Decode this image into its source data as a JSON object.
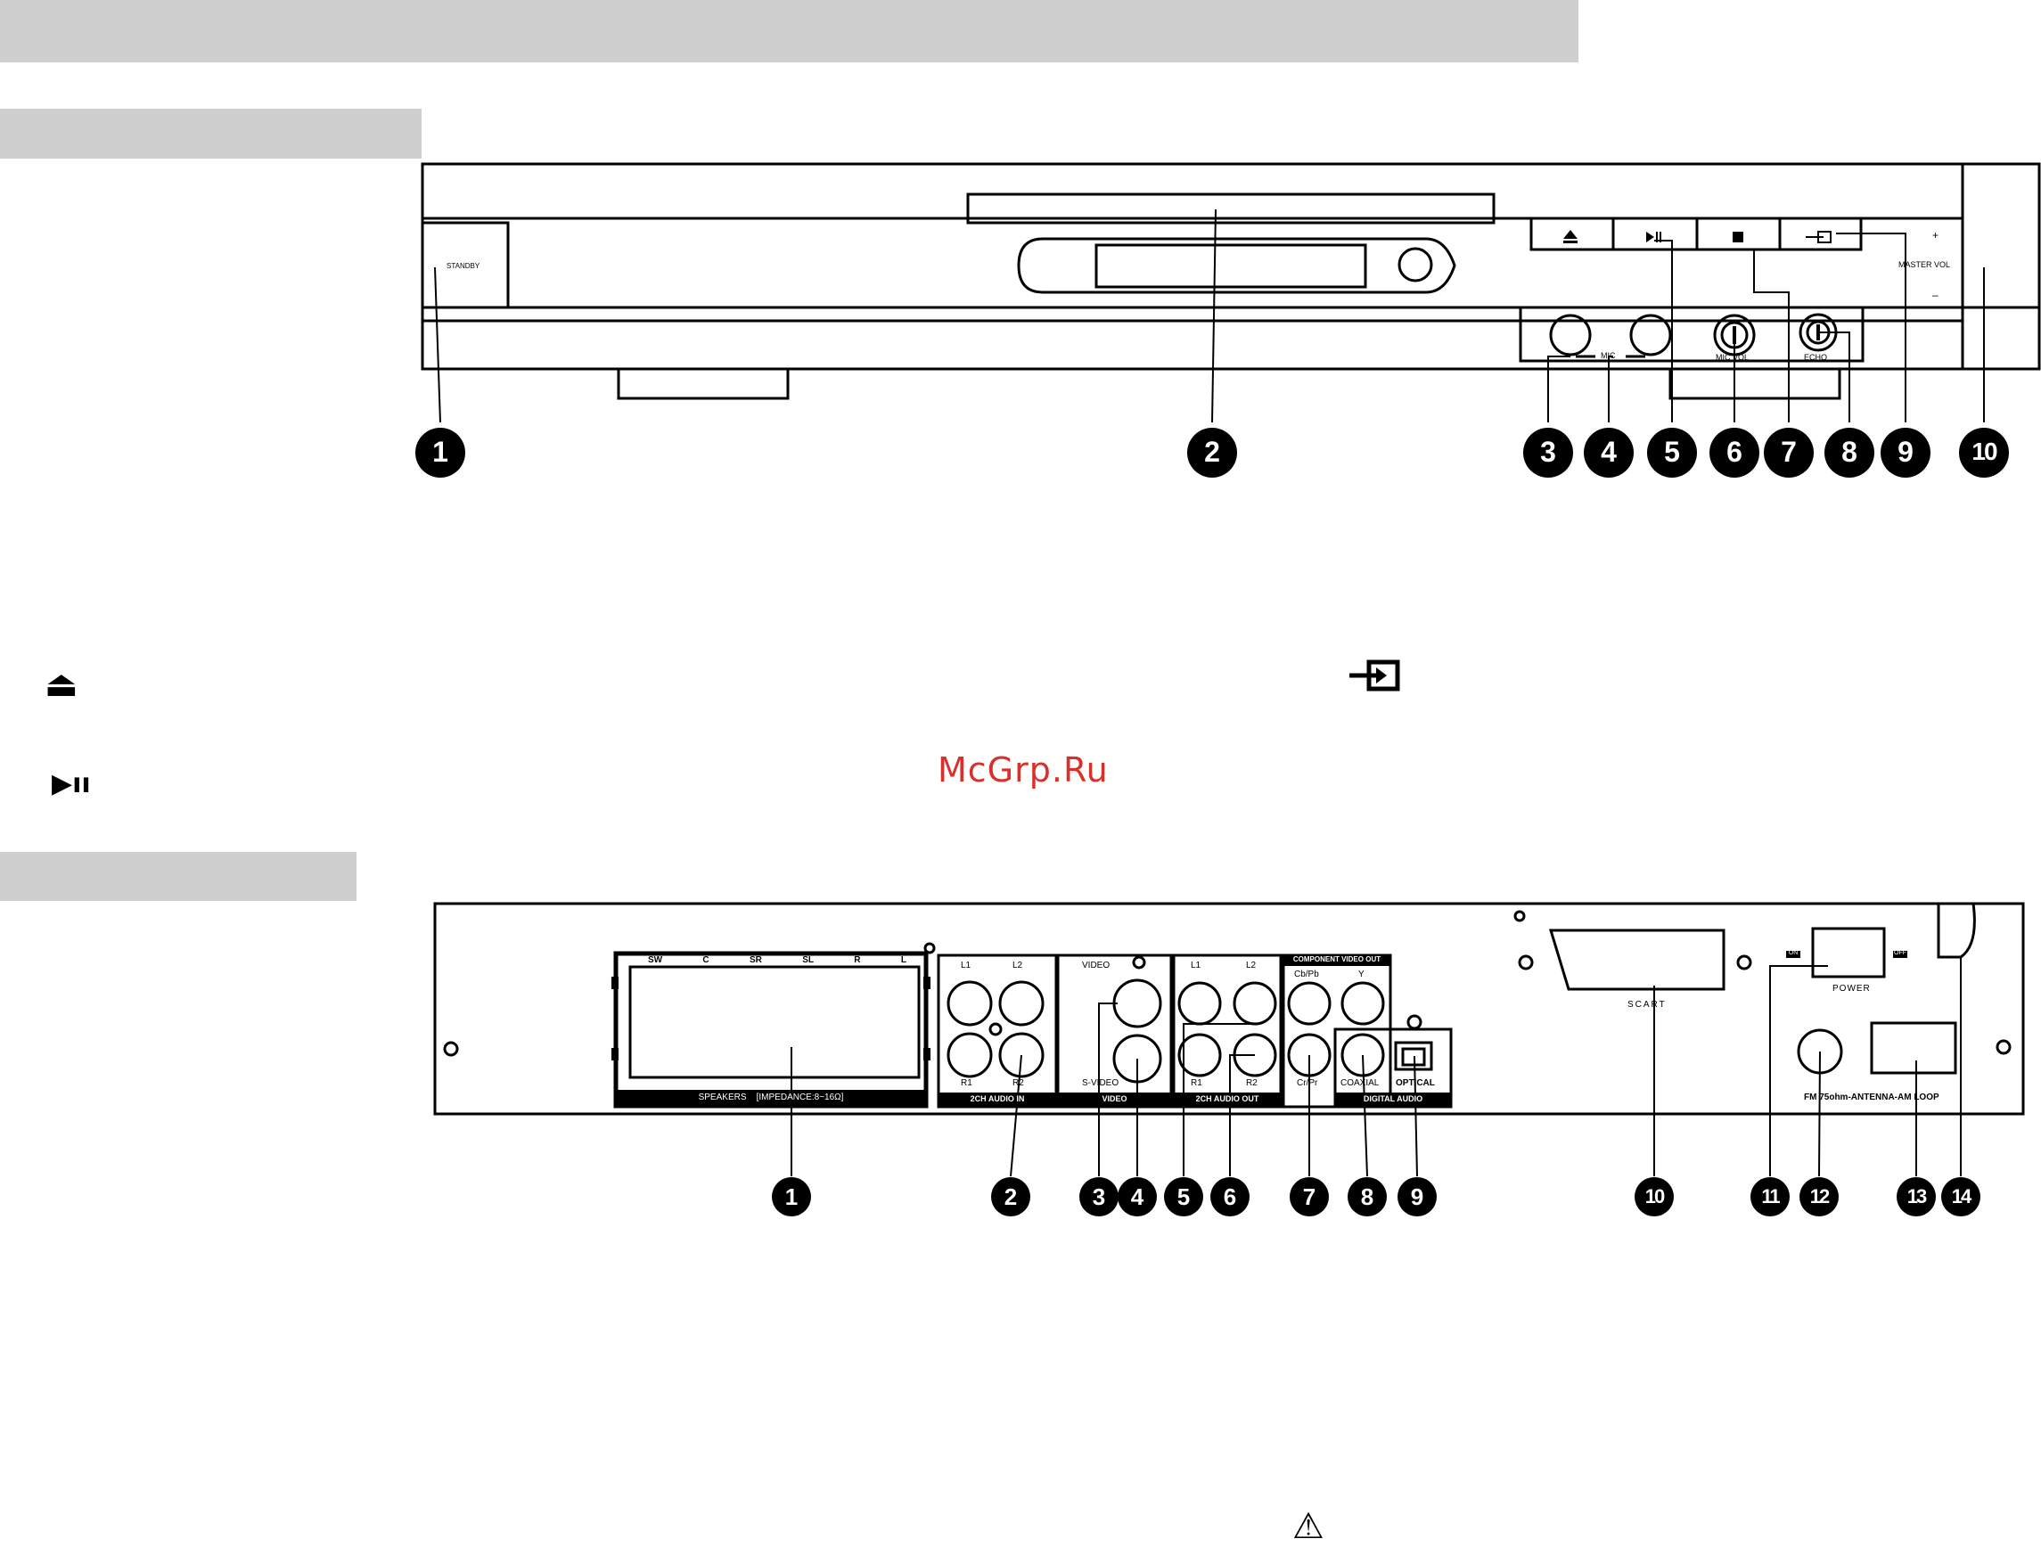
{
  "front_panel": {
    "standby_label": "STANDBY",
    "mic_label": "MIC",
    "mic_vol_label": "MIC VOL",
    "echo_label": "ECHO",
    "master_vol_label": "MASTER VOL",
    "plus": "+",
    "minus": "–",
    "button_icons": [
      "eject-icon",
      "play-pause-icon",
      "stop-icon",
      "input-icon"
    ],
    "callouts": [
      "1",
      "2",
      "3",
      "4",
      "5",
      "6",
      "7",
      "8",
      "9",
      "10"
    ]
  },
  "rear_panel": {
    "speaker_channels": [
      "SW",
      "C",
      "SR",
      "SL",
      "R",
      "L"
    ],
    "speakers_label": "SPEAKERS    [IMPEDANCE:8~16Ω]",
    "audio_in": {
      "labels": [
        "L1",
        "L2",
        "R1",
        "R2"
      ],
      "title": "2CH AUDIO IN"
    },
    "video": {
      "video_label": "VIDEO",
      "svideo_label": "S-VIDEO",
      "title": "VIDEO"
    },
    "audio_out": {
      "labels": [
        "L1",
        "L2",
        "R1",
        "R2"
      ],
      "title": "2CH AUDIO OUT"
    },
    "component": {
      "title": "COMPONENT VIDEO OUT",
      "cb": "Cb/Pb",
      "y": "Y",
      "cr": "Cr/Pr"
    },
    "digital": {
      "coaxial": "COAXIAL",
      "optical": "OPTICAL",
      "title": "DIGITAL AUDIO"
    },
    "scart_label": "SCART",
    "power": {
      "on": "ON",
      "off": "OFF",
      "label": "POWER"
    },
    "antenna_label": "FM 75ohm-ANTENNA-AM LOOP",
    "callouts": [
      "1",
      "2",
      "3",
      "4",
      "5",
      "6",
      "7",
      "8",
      "9",
      "10",
      "11",
      "12",
      "13",
      "14"
    ]
  },
  "legend_icons": [
    "eject-icon",
    "play-pause-icon",
    "input-icon",
    "warning-icon"
  ],
  "watermark": "McGrp.Ru"
}
